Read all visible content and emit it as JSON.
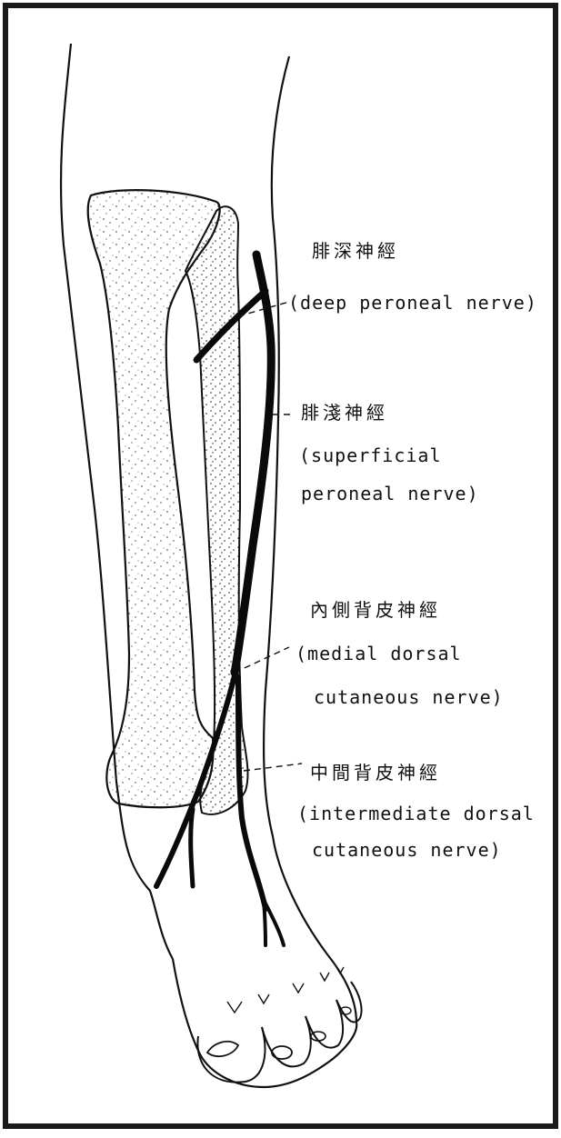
{
  "labels": {
    "deep": {
      "zh": "腓深神經",
      "en": "(deep peroneal nerve)"
    },
    "superficial": {
      "zh": "腓淺神經",
      "en1": "(superficial",
      "en2": "peroneal nerve)"
    },
    "medial": {
      "zh": "內側背皮神經",
      "en1": "(medial dorsal",
      "en2": "cutaneous nerve)"
    },
    "intermediate": {
      "zh": "中間背皮神經",
      "en1": "(intermediate dorsal",
      "en2": "cutaneous nerve)"
    }
  },
  "colors": {
    "ink": "#111111",
    "paper": "#ffffff",
    "border": "#1a1a1a"
  }
}
